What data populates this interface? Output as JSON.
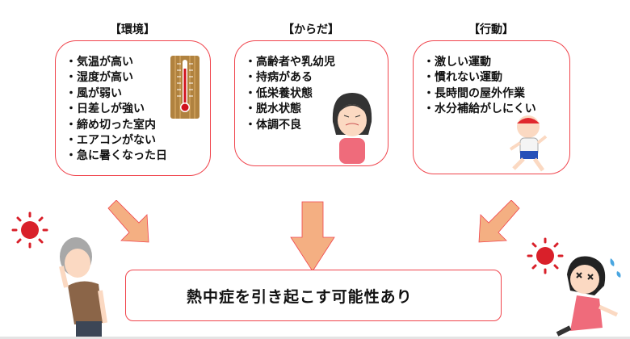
{
  "sections": [
    {
      "title": "【環境】",
      "items": [
        "・気温が高い",
        "・湿度が高い",
        "・風が弱い",
        "・日差しが強い",
        "・締め切った室内",
        "・エアコンがない",
        "・急に暑くなった日"
      ]
    },
    {
      "title": "【からだ】",
      "items": [
        "・高齢者や乳幼児",
        "・持病がある",
        "・低栄養状態",
        "・脱水状態",
        "・体調不良"
      ]
    },
    {
      "title": "【行動】",
      "items": [
        "・激しい運動",
        "・慣れない運動",
        "・長時間の屋外作業",
        "・水分補給がしにくい"
      ]
    }
  ],
  "result": "熱中症を引き起こす可能性あり",
  "colors": {
    "border": "#f0444c",
    "arrow": "#f4af82",
    "sun": "#d9202a"
  }
}
